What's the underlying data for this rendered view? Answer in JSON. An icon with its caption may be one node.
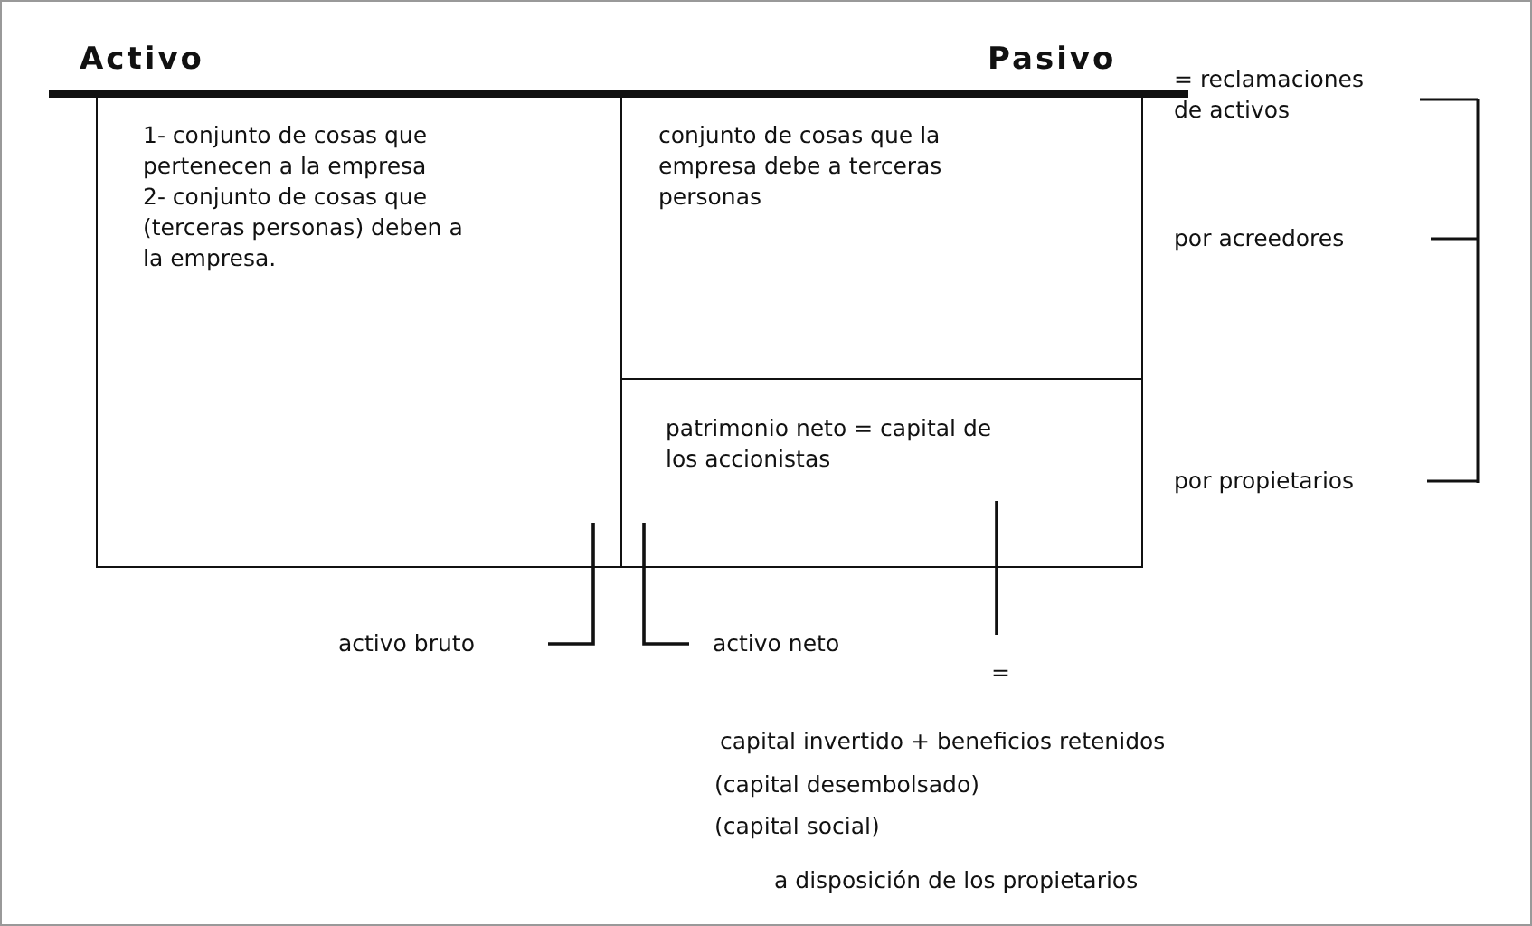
{
  "diagram": {
    "nodes": [
      {
        "text": [
          "Activo",
          "1- conjunto de cosas que pertenecen a la empresa",
          "2- conjunto de cosas que (terceras personas) deben a la empresa."
        ]
      },
      {
        "text": [
          "Pasivo",
          "conjunto de cosas que la empresa debe a terceras personas"
        ]
      },
      {
        "text": [
          "patrimonio neto = capital de los accionistas"
        ]
      },
      {
        "text": [
          "activo bruto"
        ]
      },
      {
        "text": [
          "activo neto"
        ]
      },
      {
        "text": [
          "="
        ]
      }
    ],
    "edges": [
      {
        "from": 3,
        "to": 0,
        "arrow": "none"
      },
      {
        "from": 4,
        "to": 2,
        "arrow": "none"
      },
      {
        "from": 2,
        "to": 5,
        "arrow": "none"
      }
    ],
    "labels": [
      "= reclamaciones de activos",
      "por acreedores",
      "por propietarios",
      "capital invertido + beneficios retenidos",
      "(capital desembolsado)",
      "(capital social)",
      "a disposición de los propietarios"
    ]
  }
}
